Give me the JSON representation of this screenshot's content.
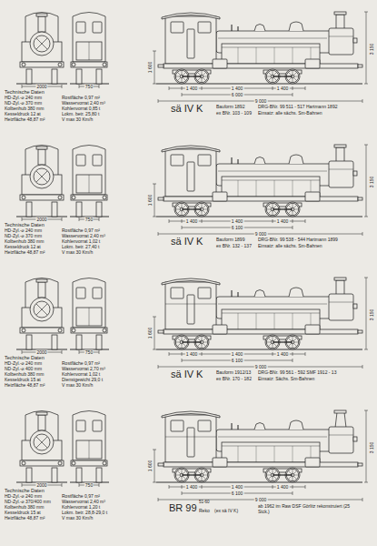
{
  "diagram": {
    "labels": [
      "Technische Daten",
      "HD-Zyl.-⌀ 240 mm",
      "ND-Zyl.-⌀ 370 mm",
      "Kolbenhub 380 mm",
      "Kesseldruck 12 at",
      "Heizfläche 48,87 m²",
      "Rostfläche 0,97 m²",
      "Wasservorrat 2,40 m³",
      "Kohlenvorrat 0,85 t",
      "Lokm. betr. 25,80 t",
      "V max 30 Km/h",
      "sä IV K",
      "Bauform 1892",
      "DRG-BNr. 99 511 - 517 Hartmann 1892",
      "ex BNr. 103 - 109",
      "Einsatz: alle sächs. Sm-Bahnen",
      "2000",
      "750",
      "1 400",
      "1 400",
      "1 400",
      "6 000",
      "9 000",
      "3 150",
      "1 600",
      "Technische Daten",
      "HD-Zyl.-⌀ 240 mm",
      "ND-Zyl.-⌀ 370 mm",
      "Kolbenhub 380 mm",
      "Kesseldruck 12 at",
      "Heizfläche 48,87 m²",
      "Rostfläche 0,97 m²",
      "Wasservorrat 2,40 m³",
      "Kohlenvorrat 1,02 t",
      "Lokm. betr. 27,40 t",
      "V max 30 Km/h",
      "sä IV K",
      "Bauform 1899",
      "DRG-BNr. 99 538 - 544 Hartmann 1899",
      "ex BNr. 132 - 137",
      "Einsatz: alle sächs. Sm-Bahnen",
      "2000",
      "750",
      "1 400",
      "1 400",
      "1 400",
      "6 100",
      "9 000",
      "3 150",
      "1 600",
      "Technische Daten",
      "HD-Zyl.-⌀ 240 mm",
      "ND-Zyl.-⌀ 400 mm",
      "Kolbenhub 380 mm",
      "Kesseldruck 15 at",
      "Heizfläche 48,87 m²",
      "Rostfläche 0,97 m²",
      "Wasservorrat 2,70 m³",
      "Kohlenvorrat 1,02 t",
      "Dienstgewicht 29,0 t",
      "V max 30 Km/h",
      "sä IV K",
      "Bauform 1912/13",
      "DRG-BNr. 99 561 - 592 SMF 1912 - 13",
      "ex BNr. 170 - 182",
      "Einsatz: Sächs. Sm-Bahnen",
      "2000",
      "750",
      "1 400",
      "1 400",
      "1 400",
      "6 100",
      "9 000",
      "3 150",
      "1 600",
      "Technische Daten",
      "HD-Zyl.-⌀ 240 mm",
      "ND-Zyl.-⌀ 370/400 mm",
      "Kolbenhub 380 mm",
      "Kesseldruck 15 at",
      "Heizfläche 48,87 m²",
      "Rostfläche 0,97 m²",
      "Wasservorrat 2,40 m³",
      "Kohlenvorrat 1,20 t",
      "Lokm. betr. 28,8-29,0 t",
      "V max 30 Km/h",
      "BR 99",
      "51-60",
      "Reko",
      "(ex sä IV K)",
      "ab 1962 im Raw DSF Görlitz rekonstruiert (25 Stck.)",
      "2000",
      "750",
      "1 400",
      "1 400",
      "1 400",
      "6 100",
      "9 000",
      "3 150",
      "1 600"
    ]
  }
}
